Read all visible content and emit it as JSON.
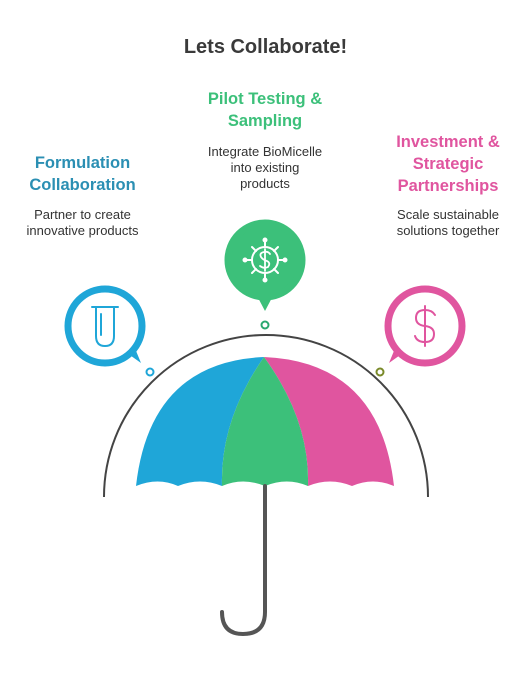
{
  "title": "Lets Collaborate!",
  "items": [
    {
      "heading_lines": [
        "Formulation",
        "Collaboration"
      ],
      "description_lines": [
        "Partner to create",
        "innovative products"
      ],
      "icon": "test-tube-icon",
      "color": "#1fa6d8"
    },
    {
      "heading_lines": [
        "Pilot Testing &",
        "Sampling"
      ],
      "description_lines": [
        "Integrate BioMicelle",
        "into existing",
        "products"
      ],
      "icon": "microbe-dollar-icon",
      "color": "#3cc07a"
    },
    {
      "heading_lines": [
        "Investment &",
        "Strategic",
        "Partnerships"
      ],
      "description_lines": [
        "Scale sustainable",
        "solutions together"
      ],
      "icon": "dollar-icon",
      "color": "#e0559f"
    }
  ],
  "umbrella_colors": {
    "left_panel": "#1fa6d8",
    "middle_panel": "#3cc07a",
    "right_panel": "#e0559f",
    "handle": "#555555",
    "arc": "#444444"
  }
}
